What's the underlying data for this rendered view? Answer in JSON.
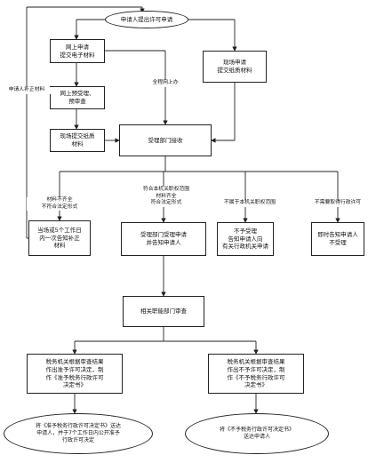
{
  "nodes": {
    "start": "申请人提出许可申请",
    "online": "网上申请\n提交电子材料",
    "window": "现场申请\n提交纸质材料",
    "prereview": "网上预受理、\n预审查",
    "submit_paper": "现场提交纸质\n材料",
    "accept": "受理部门接收",
    "notify_supplement": "当场或5个工作日\n内一次告知补正\n材料",
    "accept_notice": "受理部门受理申请\n并告知申请人",
    "not_accept": "不予受理\n告知申请人向\n有关行政机关申请",
    "not_needed": "即时告知申请人\n不受理",
    "review": "相关职能部门审查",
    "grant_decision": "税务机关根据审查结果\n作出准予许可决定，制\n作《准予税务行政许可\n决定书》",
    "deny_decision": "税务机关根据审查结果\n作出不予许可决定，制\n作《不予税务行政许可\n决定书》",
    "grant_deliver": "将《准予税务行政许可决定书》送达\n申请人，并于7个工作日内公开准予\n行政许可决定",
    "deny_deliver": "将《不予税务行政许可决定书》\n送达申请人"
  },
  "edge_labels": {
    "supplement": "申请人补正材料",
    "all_online": "全程网上办",
    "incomplete": "材料不齐全\n不符合法定形式",
    "complete": "符合本机关职权范围\n材料齐全\n符合法定形式",
    "out_of_scope": "不属于本机关职权范围",
    "no_permit": "不需要取得行政许可"
  }
}
